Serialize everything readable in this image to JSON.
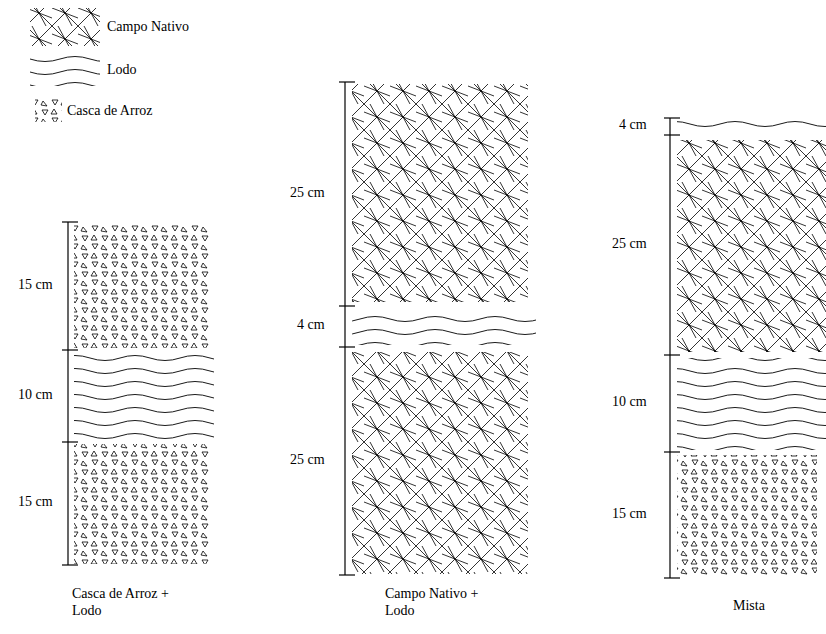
{
  "diagram": {
    "labels": [
      "15 cm",
      "10 cm",
      "15 cm",
      "Casca de Arroz + Lodo",
      "25 cm",
      "4 cm",
      "25 cm",
      "Campo Nativo + Lodo",
      "4 cm",
      "25 cm",
      "10 cm",
      "15 cm",
      "Mista"
    ],
    "legend": [
      {
        "text": "Campo Nativo"
      },
      {
        "text": "Lodo"
      },
      {
        "text": "Casca de Arroz"
      }
    ]
  }
}
